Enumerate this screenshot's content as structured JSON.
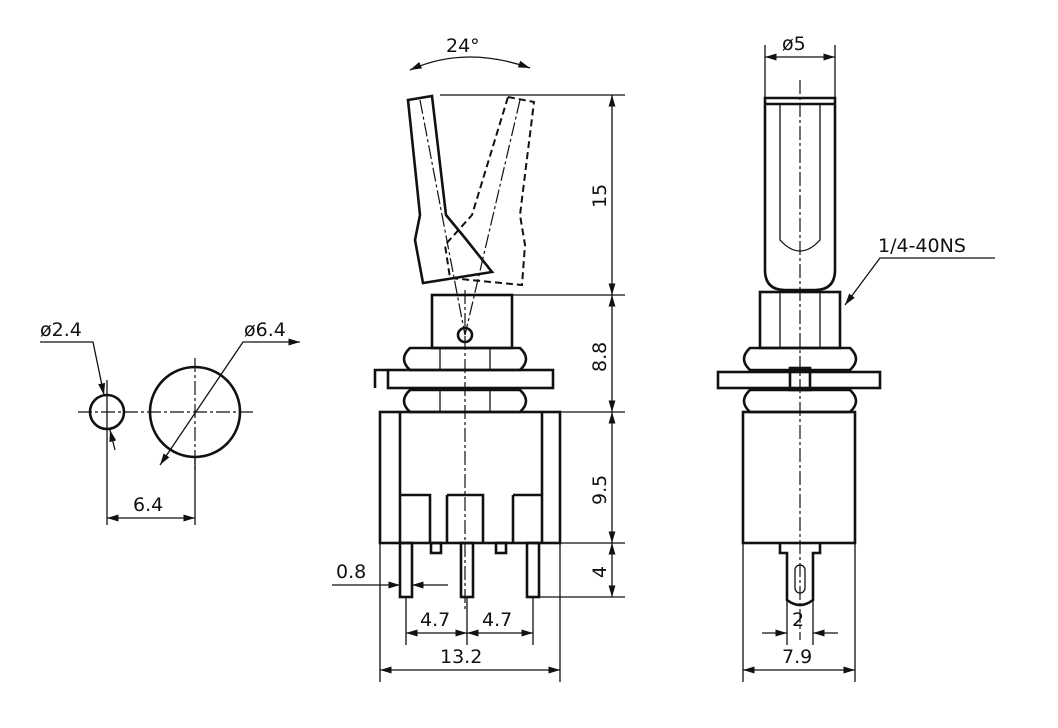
{
  "labels": {
    "angle": "24°",
    "lever_diameter": "ø5",
    "lever_height": "15",
    "thread": "1/4-40NS",
    "small_hole": "ø2.4",
    "large_hole": "ø6.4",
    "hole_spacing": "6.4",
    "bushing_height": "8.8",
    "body_height": "9.5",
    "terminal_length": "4",
    "terminal_width": "0.8",
    "pitch_left": "4.7",
    "pitch_right": "4.7",
    "body_width": "13.2",
    "terminal_side_width": "2",
    "body_depth": "7.9"
  }
}
